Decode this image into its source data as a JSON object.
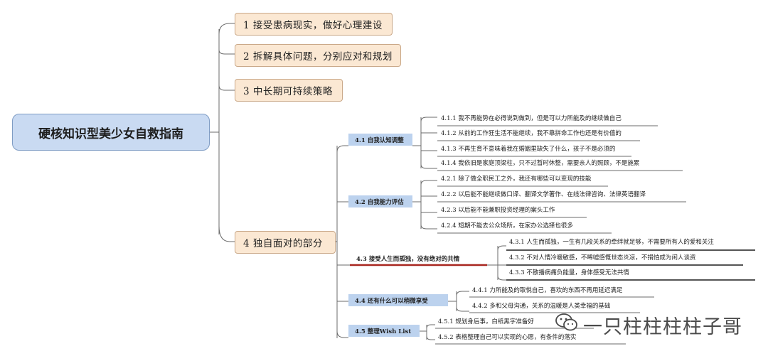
{
  "root": {
    "label": "硬核知识型美少女自救指南"
  },
  "branches": [
    {
      "label": "1  接受患病现实，做好心理建设"
    },
    {
      "label": "2  拆解具体问题，分别应对和规划"
    },
    {
      "label": "3  中长期可持续策略"
    },
    {
      "label": "4  独自面对的部分"
    }
  ],
  "sections": [
    {
      "label": "4.1  自我认知调整",
      "items": [
        "4.1.1  我不再能势在必得说到做到，但是可以力所能及的继续做自己",
        "4.1.2  从前的工作狂生活不能继续，我不靠拼命工作也还是有价值的",
        "4.1.3  不再生育不意味着我在婚姻里缺失了什么，孩子不是必须的",
        "4.1.4  我依旧是家庭顶梁柱，只不过暂时休整，需要亲人的照顾，不是施累"
      ]
    },
    {
      "label": "4.2  自我能力评估",
      "items": [
        "4.2.1  除了做全职民工之外，我还有哪些可以变现的技能",
        "4.2.2  以后能不能继续做口译、翻译文学著作、在线法律咨询、法律英语翻译",
        "4.2.3  以后能不能兼职投资经理的案头工作",
        "4.2.4  短期不能去公众场所，在家办公选择也很多"
      ]
    },
    {
      "label": "4.3  接受人生而孤独，没有绝对的共情",
      "items": [
        "4.3.1  人生而孤独，一生有几段关系的牵绊就足够，不需要所有人的爱和关注",
        "4.3.2  不对人情冷暖敏感，不唏嘘感慨世态炎凉，不捐怕成为闲人谈资",
        "4.3.3  不散播病痛负能量，身体感受无法共情"
      ]
    },
    {
      "label": "4.4  还有什么可以稍微享受",
      "items": [
        "4.4.1  力所能及的取悦自己，喜欢的东西不再用延迟满足",
        "4.4.2  多和父母沟通，关系的温暖是人类幸福的基础"
      ]
    },
    {
      "label": "4.5  整理Wish List",
      "items": [
        "4.5.1  规划身后事，白纸黑字准备好",
        "4.5.2  表格整理自己可以实现的心愿，有条件的落实"
      ]
    }
  ],
  "watermark": {
    "text": "一只柱柱柱柱子哥",
    "icon": "wechat-icon"
  },
  "colors": {
    "root_fill": "#c9daf2",
    "branch_fill": "#fbe8d3",
    "section_fill": "#bcd2ee",
    "connector": "#6b6b6b",
    "highlight": "#a8261f"
  }
}
